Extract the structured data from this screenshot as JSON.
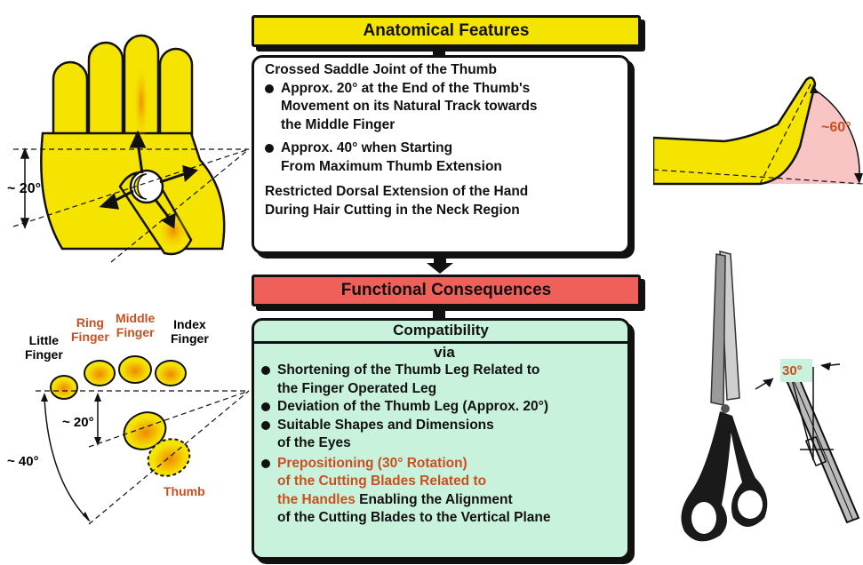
{
  "header_features": "Anatomical Features",
  "header_consequences": "Functional Consequences",
  "features": {
    "title": "Crossed Saddle Joint of the Thumb",
    "bullet1": [
      "Approx. 20° at the End of the Thumb's",
      "Movement on its Natural Track towards",
      "the Middle Finger"
    ],
    "bullet2": [
      "Approx. 40° when Starting",
      "From Maximum Thumb Extension"
    ],
    "note": [
      "Restricted Dorsal Extension of the Hand",
      "During Hair Cutting in the Neck Region"
    ]
  },
  "compat": {
    "title": "Compatibility",
    "via": "via",
    "b1": [
      "Shortening of the Thumb Leg Related to",
      "the Finger Operated Leg"
    ],
    "b2": "Deviation of the Thumb Leg (Approx. 20°)",
    "b3": [
      "Suitable Shapes and Dimensions",
      "of the Eyes"
    ],
    "b4_red1": "Prepositioning (30° Rotation)",
    "b4_red2": "of the Cutting Blades Related to",
    "b4_red3": "the Handles",
    "b4_rest3": " Enabling the Alignment",
    "b4_rest4": "of the Cutting Blades to the Vertical Plane"
  },
  "angles": {
    "hand": "~ 20°",
    "wrist": "~60°",
    "eye20": "~ 20°",
    "eye40": "~ 40°",
    "blade": "30°"
  },
  "fingers": {
    "little": [
      "Little",
      "Finger"
    ],
    "ring": [
      "Ring",
      "Finger"
    ],
    "middle": [
      "Middle",
      "Finger"
    ],
    "index": [
      "Index",
      "Finger"
    ],
    "thumb": "Thumb"
  },
  "colors": {
    "yellow": "#f5e400",
    "red": "#f0605a",
    "mint": "#c8f2dc",
    "accent_text": "#c8501e",
    "pink": "#f9c4c4"
  }
}
